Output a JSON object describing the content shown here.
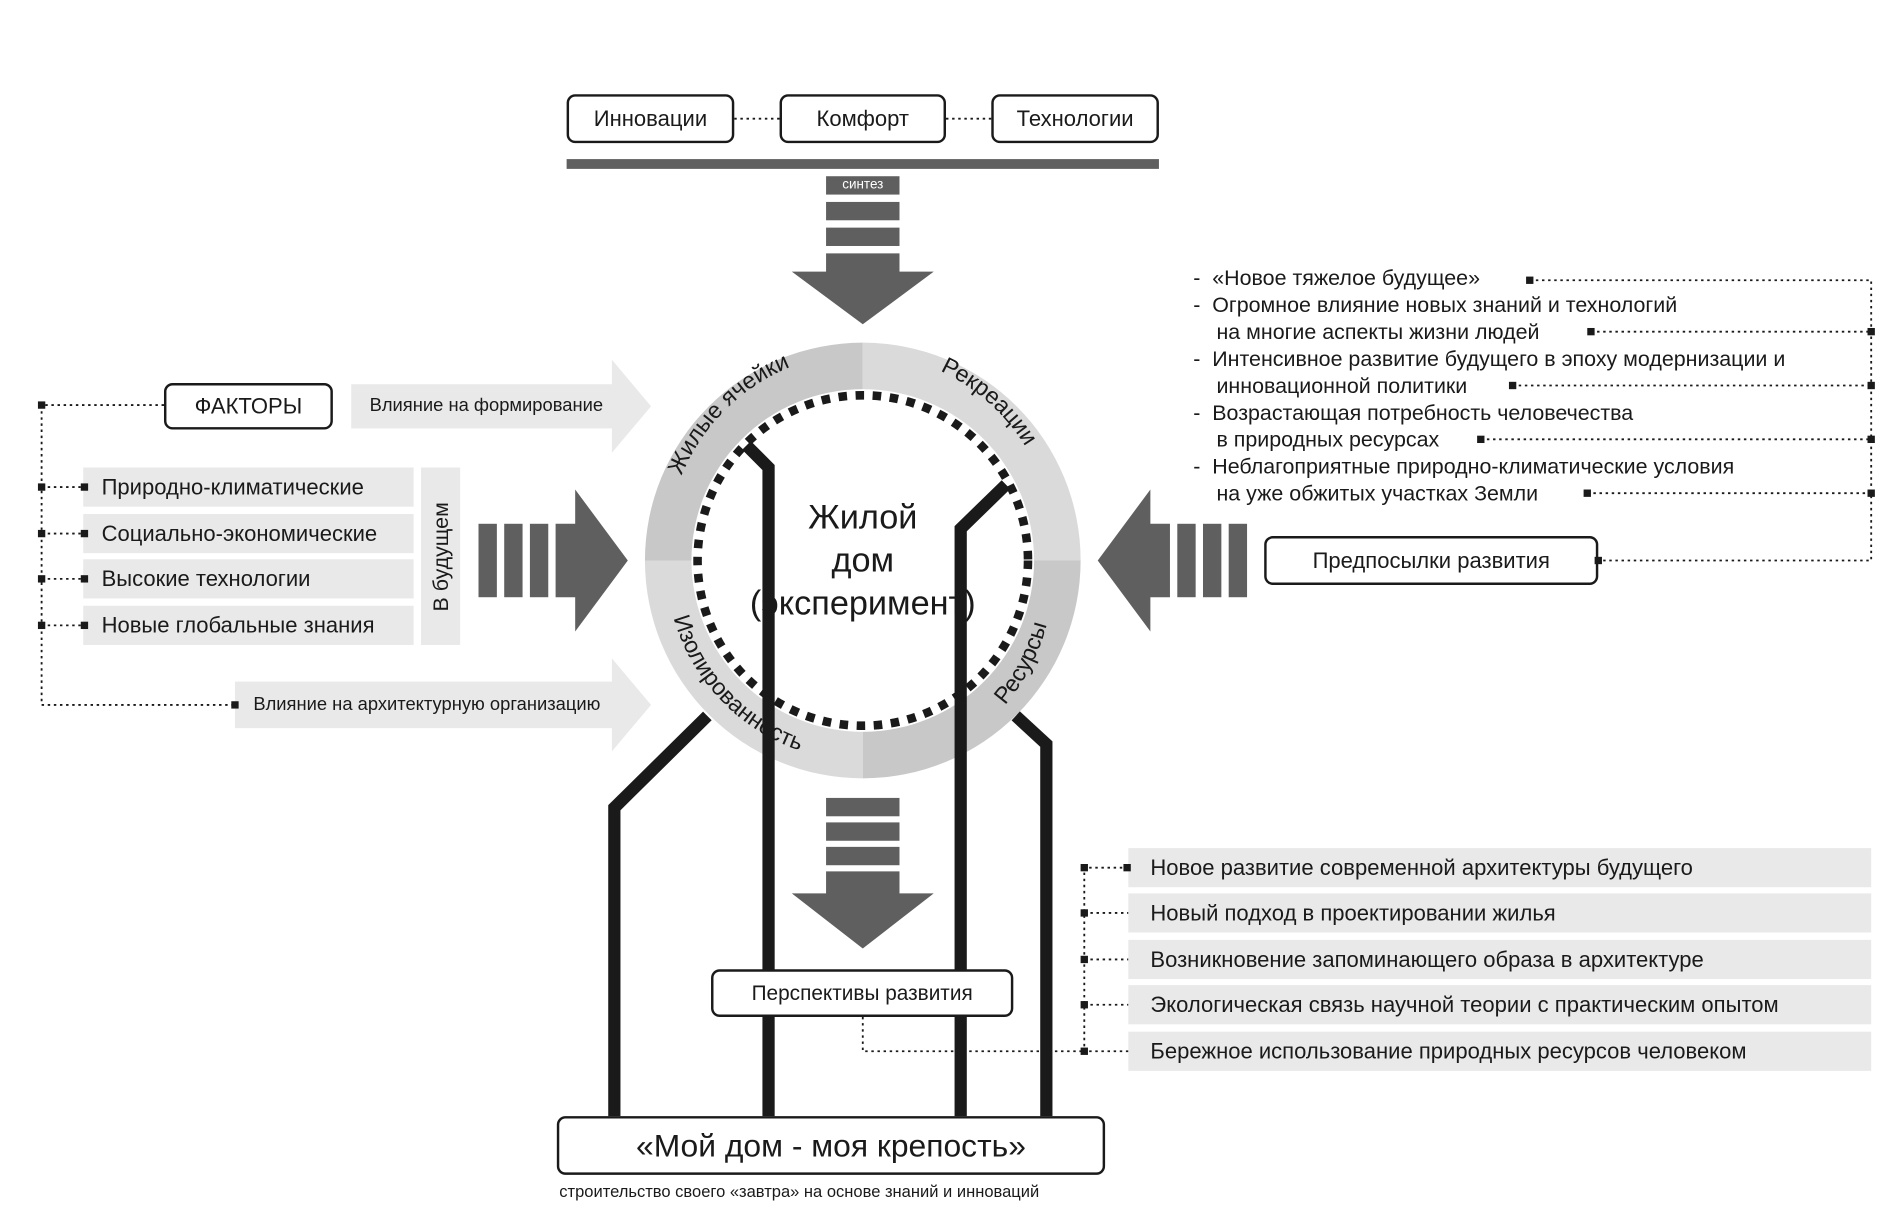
{
  "top": {
    "boxes": [
      "Инновации",
      "Комфорт",
      "Технологии"
    ],
    "synthesis_label": "синтез"
  },
  "center": {
    "title_lines": [
      "Жилой",
      "дом",
      "(эксперимент)"
    ],
    "quadrants": [
      "Жилые ячейки",
      "Рекреации",
      "Изолированность",
      "Ресурсы"
    ]
  },
  "left": {
    "factors_label": "ФАКТОРЫ",
    "influence_formation": "Влияние на формирование",
    "factors": [
      "Природно-климатические",
      "Социально-экономические",
      "Высокие технологии",
      "Новые глобальные знания"
    ],
    "future_label": "В будущем",
    "influence_architecture": "Влияние на архитектурную организацию"
  },
  "right": {
    "prerequisites_label": "Предпосылки развития",
    "prerequisites": [
      [
        "«Новое тяжелое будущее»"
      ],
      [
        "Огромное влияние новых знаний и технологий",
        "на многие аспекты жизни людей"
      ],
      [
        "Интенсивное развитие будущего в эпоху модернизации и",
        "инновационной политики"
      ],
      [
        "Возрастающая потребность человечества",
        "в природных ресурсах"
      ],
      [
        "Неблагоприятные природно-климатические условия",
        "на уже обжитых участках Земли"
      ]
    ]
  },
  "bottom": {
    "perspectives_label": "Перспективы развития",
    "perspectives": [
      "Новое развитие современной архитектуры будущего",
      "Новый подход в проектировании жилья",
      "Возникновение запоминающего образа в архитектуре",
      "Экологическая связь научной теории с практическим опытом",
      "Бережное использование природных ресурсов человеком"
    ],
    "motto": "«Мой дом - моя крепость»",
    "motto_subtitle": "строительство своего «завтра» на основе знаний и инноваций"
  },
  "colors": {
    "dark_gray": "#5f5f5f",
    "mid_gray": "#c8c8c8",
    "light_gray": "#e9e9e9",
    "ink": "#1a1a1a"
  }
}
